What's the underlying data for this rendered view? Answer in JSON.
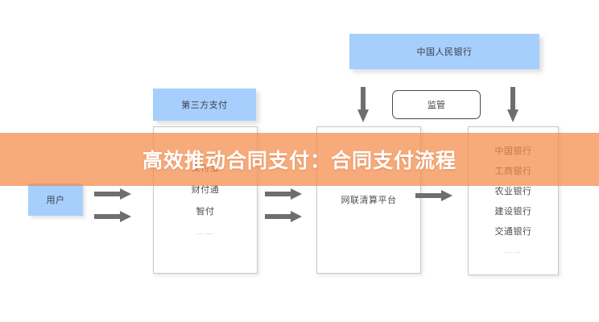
{
  "banner": {
    "title": "高效推动合同支付：合同支付流程",
    "background_color": "#F48946",
    "text_color": "#FFFFFF"
  },
  "diagram": {
    "colors": {
      "blue_box": "#A6CFFD",
      "box_border": "#C8C8C8",
      "arrow": "#6E6E6E",
      "outline_border": "#4A4A4A",
      "text": "#3B3F46"
    },
    "pboc": {
      "label": "中国人民银行"
    },
    "supervise": {
      "label": "监管"
    },
    "third_party": {
      "label": "第三方支付"
    },
    "user": {
      "label": "用户"
    },
    "third_party_list": {
      "items": [
        "支付宝",
        "财付通",
        "智付"
      ],
      "ellipsis": "……"
    },
    "clearing": {
      "label": "网联清算平台"
    },
    "bank_list": {
      "items": [
        "中国银行",
        "工商银行",
        "农业银行",
        "建设银行",
        "交通银行"
      ],
      "ellipsis": "……"
    },
    "arrows": {
      "user_to_tpp": 2,
      "tpp_to_clearing": 2,
      "clearing_to_bank": 1,
      "pboc_down": 2
    }
  }
}
